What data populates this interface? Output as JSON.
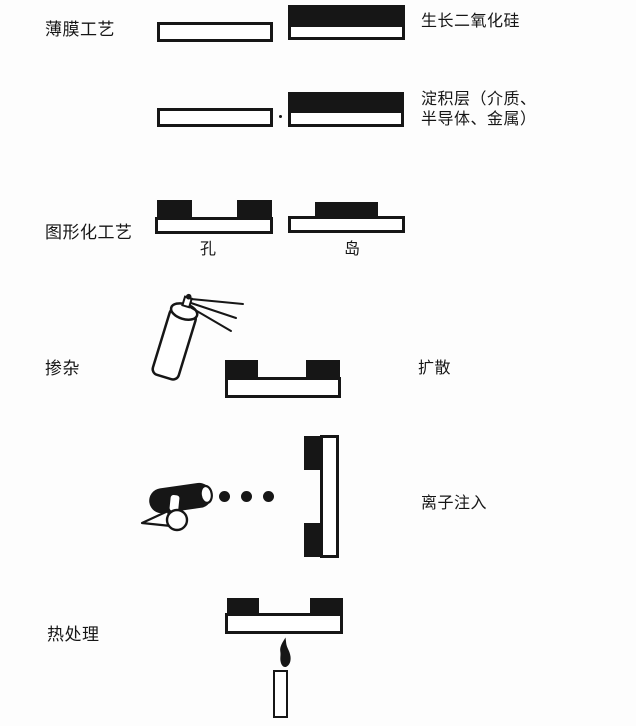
{
  "page": {
    "background": "#fdfdfd",
    "ink": "#161616"
  },
  "sections": {
    "thin_film": {
      "title": "薄膜工艺",
      "oxide_label": "生长二氧化硅",
      "deposition_label": "淀积层（介质、\n半导体、金属）"
    },
    "patterning": {
      "title": "图形化工艺",
      "hole_label": "孔",
      "island_label": "岛"
    },
    "doping": {
      "title": "掺杂",
      "diffusion_label": "扩散"
    },
    "ion_implantation": {
      "label": "离子注入"
    },
    "heat_treatment": {
      "title": "热处理"
    }
  },
  "icons": {
    "spray_can": "spray-can-icon",
    "ion_gun": "ion-gun-icon",
    "ion_beam": "ion-beam-dots",
    "flame": "flame-icon",
    "candle": "candle-icon"
  }
}
